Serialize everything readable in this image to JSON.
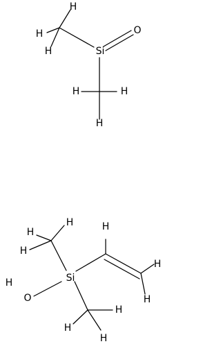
{
  "molecules": [
    {
      "atoms": {
        "h1": "H",
        "h2": "H",
        "h3": "H",
        "si": "Si",
        "o": "O",
        "h4": "H",
        "h5": "H",
        "h6": "H"
      }
    },
    {
      "atoms": {
        "h1": "H",
        "h2": "H",
        "h3": "H",
        "h4": "H",
        "si": "Si",
        "o": "O",
        "h5": "H",
        "h6": "H",
        "h7": "H",
        "h8": "H",
        "h9": "H"
      }
    }
  ]
}
